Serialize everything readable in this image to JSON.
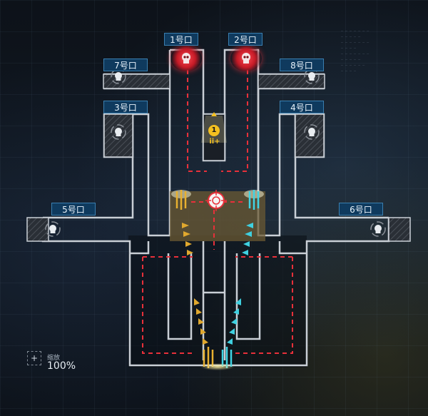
{
  "gates": [
    {
      "id": "gate-1",
      "label": "1号口",
      "type": "danger"
    },
    {
      "id": "gate-2",
      "label": "2号口",
      "type": "danger"
    },
    {
      "id": "gate-3",
      "label": "3号口",
      "type": "spawn"
    },
    {
      "id": "gate-4",
      "label": "4号口",
      "type": "spawn"
    },
    {
      "id": "gate-5",
      "label": "5号口",
      "type": "spawn"
    },
    {
      "id": "gate-6",
      "label": "6号口",
      "type": "spawn"
    },
    {
      "id": "gate-7",
      "label": "7号口",
      "type": "spawn"
    },
    {
      "id": "gate-8",
      "label": "8号口",
      "type": "spawn"
    }
  ],
  "objective": {
    "marker": "1",
    "icon": "ii+"
  },
  "zoom": {
    "label": "缩放",
    "value": "100%"
  },
  "colors": {
    "wall": "#c9cfd6",
    "danger": "#e8303a",
    "gate_label_bg": "#0f3a5e",
    "route_gold": "#e0a82e",
    "route_cyan": "#3fd0e0",
    "zone_fill": "#6b5a33"
  },
  "icons": [
    "skull-icon",
    "crosshair-icon",
    "objective-icon",
    "zoom-frame-icon"
  ]
}
